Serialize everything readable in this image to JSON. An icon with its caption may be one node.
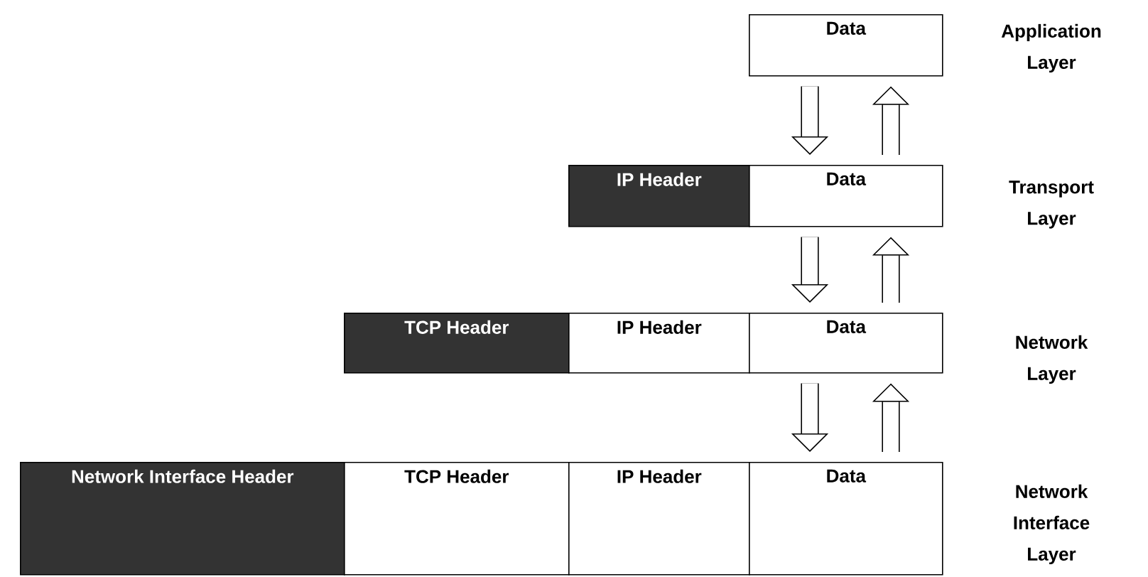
{
  "diagram": {
    "nodes": [
      {
        "text": [
          "Data"
        ]
      },
      {
        "text": [
          "IP Header"
        ]
      },
      {
        "text": [
          "Data"
        ]
      },
      {
        "text": [
          "TCP Header"
        ]
      },
      {
        "text": [
          "IP Header"
        ]
      },
      {
        "text": [
          "Data"
        ]
      },
      {
        "text": [
          "Network Interface Header"
        ]
      },
      {
        "text": [
          "TCP Header"
        ]
      },
      {
        "text": [
          "IP Header"
        ]
      },
      {
        "text": [
          "Data"
        ]
      }
    ],
    "edges": [
      {
        "from": 0,
        "to": 2,
        "arrow": "to"
      },
      {
        "from": 2,
        "to": 0,
        "arrow": "to"
      },
      {
        "from": 2,
        "to": 5,
        "arrow": "to"
      },
      {
        "from": 5,
        "to": 2,
        "arrow": "to"
      },
      {
        "from": 5,
        "to": 9,
        "arrow": "to"
      },
      {
        "from": 9,
        "to": 5,
        "arrow": "to"
      }
    ],
    "labels": [
      "Application Layer",
      "Transport Layer",
      "Network Layer",
      "Network Interface Layer"
    ]
  }
}
